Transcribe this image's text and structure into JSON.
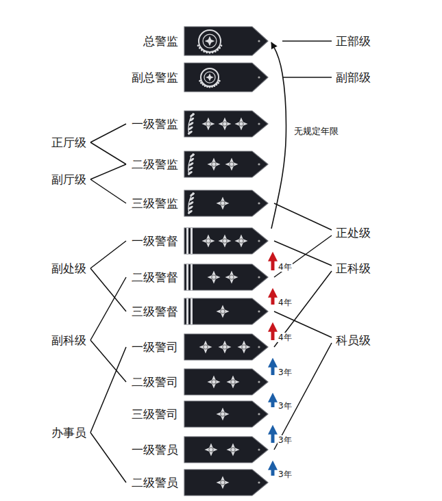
{
  "diagram": {
    "nodes": [
      {
        "text": [
          "总警监"
        ]
      },
      {
        "text": [
          "副总警监"
        ]
      },
      {
        "text": [
          "一级警监"
        ]
      },
      {
        "text": [
          "二级警监"
        ]
      },
      {
        "text": [
          "三级警监"
        ]
      },
      {
        "text": [
          "一级警督"
        ]
      },
      {
        "text": [
          "二级警督"
        ]
      },
      {
        "text": [
          "三级警督"
        ]
      },
      {
        "text": [
          "一级警司"
        ]
      },
      {
        "text": [
          "二级警司"
        ]
      },
      {
        "text": [
          "三级警司"
        ]
      },
      {
        "text": [
          "一级警员"
        ]
      },
      {
        "text": [
          "二级警员"
        ]
      }
    ],
    "edges": [
      {
        "from": 12,
        "to": 11,
        "arrow": "to",
        "label": "3年"
      },
      {
        "from": 11,
        "to": 10,
        "arrow": "to",
        "label": "3年"
      },
      {
        "from": 10,
        "to": 9,
        "arrow": "to",
        "label": "3年"
      },
      {
        "from": 9,
        "to": 8,
        "arrow": "to",
        "label": "3年"
      },
      {
        "from": 8,
        "to": 7,
        "arrow": "to",
        "label": "4年"
      },
      {
        "from": 7,
        "to": 6,
        "arrow": "to",
        "label": "4年"
      },
      {
        "from": 6,
        "to": 5,
        "arrow": "to",
        "label": "4年"
      },
      {
        "from": 5,
        "to": 0,
        "arrow": "to",
        "label": "无规定年限"
      }
    ],
    "labels": [
      "正部级",
      "副部级",
      "正厅级",
      "副厅级",
      "正处级",
      "副处级",
      "正科级",
      "副科级",
      "科员级",
      "办事员"
    ]
  }
}
